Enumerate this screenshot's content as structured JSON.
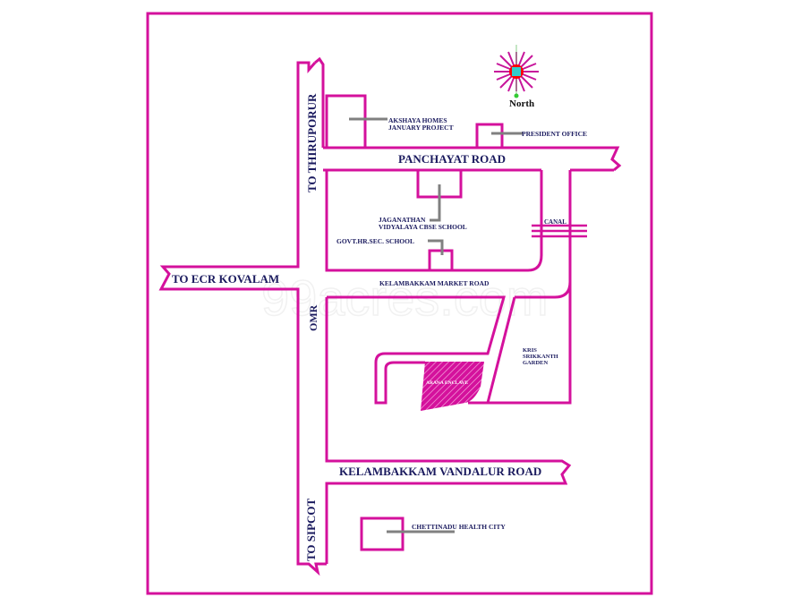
{
  "map": {
    "title": "Location map",
    "watermark": "99acres.com",
    "colors": {
      "road": "#d4119c",
      "label": "#1a1a5e",
      "pointer": "#808080",
      "compass_center": "#ff0000",
      "compass_inner": "#33cccc",
      "compass_north_dot": "#33cc33"
    },
    "compass": {
      "icon": "compass-rose-icon",
      "label": "North"
    },
    "roads": {
      "to_thiruporur": "TO THIRUPORUR",
      "to_ecr_kovalam": "TO ECR KOVALAM",
      "omr": "OMR",
      "to_sipcot": "TO SIPCOT",
      "panchayat_road": "PANCHAYAT ROAD",
      "kelambakkam_market_road": "KELAMBAKKAM MARKET ROAD",
      "kelambakkam_vandalur_road": "KELAMBAKKAM VANDALUR ROAD",
      "canal": "CANAL"
    },
    "landmarks": {
      "akshaya_line1": "AKSHAYA HOMES",
      "akshaya_line2": "JANUARY PROJECT",
      "president_office": "PRESIDENT OFFICE",
      "jaganathan_line1": "JAGANATHAN",
      "jaganathan_line2": "VIDYALAYA CBSE SCHOOL",
      "govt_school": "GOVT.HR.SEC. SCHOOL",
      "kris_line1": "KRIS",
      "kris_line2": "SRIKKANTH",
      "kris_line3": "GARDEN",
      "project_site": "ARANA ENCLAVE",
      "chettinadu": "CHETTINADU HEALTH CITY"
    }
  }
}
